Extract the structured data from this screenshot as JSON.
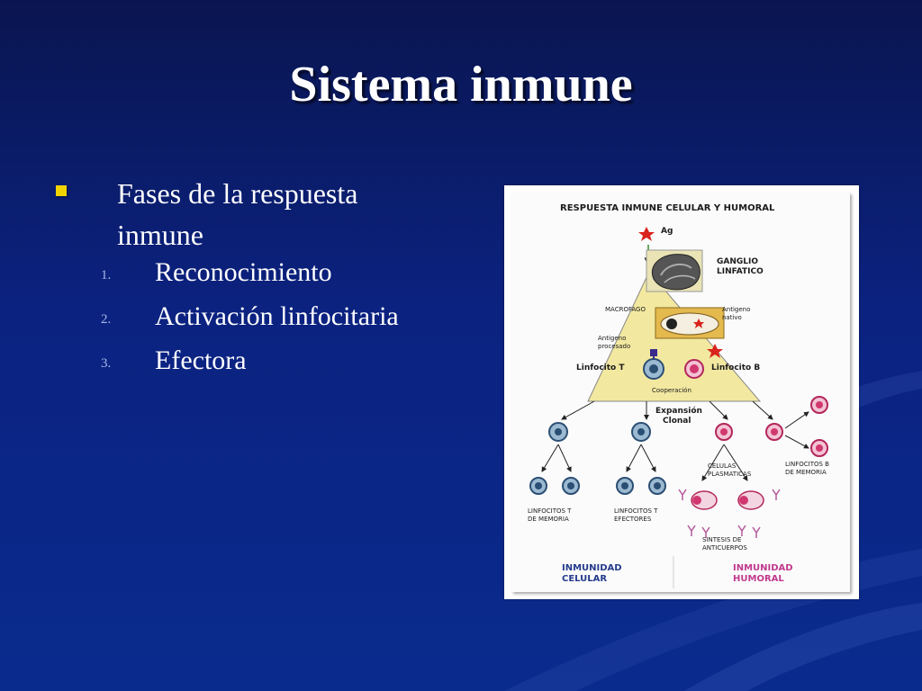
{
  "slide": {
    "title": "Sistema inmune",
    "bullet": "Fases de la respuesta inmune",
    "list": [
      {
        "num": "1.",
        "text": "Reconocimiento"
      },
      {
        "num": "2.",
        "text": "Activación linfocitaria"
      },
      {
        "num": "3.",
        "text": "Efectora"
      }
    ]
  },
  "diagram": {
    "title": "RESPUESTA INMUNE CELULAR Y HUMORAL",
    "ag": "Ag",
    "ganglio": [
      "GANGLIO",
      "LINFATICO"
    ],
    "macrofago": "MACROFAGO",
    "antigeno_nativo": [
      "Antigeno",
      "nativo"
    ],
    "antigeno_procesado": [
      "Antigeno",
      "procesado"
    ],
    "linfocito_t": "Linfocito T",
    "linfocito_b": "Linfocito B",
    "cooperacion": "Cooperación",
    "expansion": [
      "Expansión",
      "Clonal"
    ],
    "celulas_plasmaticas": [
      "CELULAS",
      "PLASMATICAS"
    ],
    "linfocitos_b_memoria": [
      "LINFOCITOS B",
      "DE MEMORIA"
    ],
    "linfocitos_t_memoria": [
      "LINFOCITOS T",
      "DE MEMORIA"
    ],
    "linfocitos_t_efectores": [
      "LINFOCITOS T",
      "EFECTORES"
    ],
    "sintesis": [
      "SINTESIS DE",
      "ANTICUERPOS"
    ],
    "inmunidad_celular": [
      "INMUNIDAD",
      "CELULAR"
    ],
    "inmunidad_humoral": [
      "INMUNIDAD",
      "HUMORAL"
    ]
  },
  "colors": {
    "bullet": "#f1d400",
    "t_cell": "#5f8fb3",
    "b_cell": "#d0386f",
    "triangle": "#f2e8a0",
    "celular_label": "#243b8c",
    "humoral_label": "#c0398e"
  },
  "icons": [
    "star-icon",
    "lymph-node-icon",
    "macrophage-icon",
    "t-cell-icon",
    "b-cell-icon",
    "plasma-cell-icon",
    "antibody-icon"
  ]
}
